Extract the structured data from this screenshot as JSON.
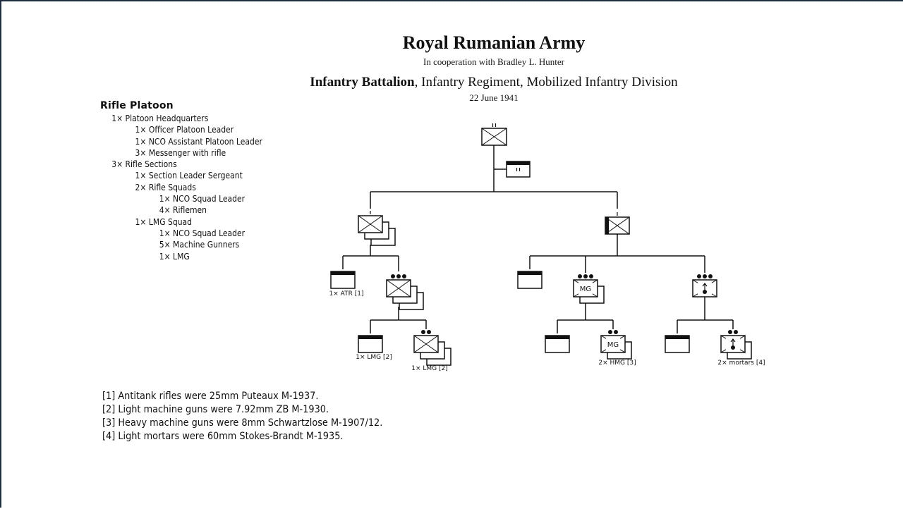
{
  "header": {
    "title": "Royal Rumanian Army",
    "subtitle": "In cooperation with Bradley L. Hunter",
    "unit_bold": "Infantry Battalion",
    "unit_rest": ", Infantry Regiment, Mobilized Infantry Division",
    "date": "22 June 1941"
  },
  "legend": {
    "title": "Rifle Platoon",
    "items": [
      {
        "level": 1,
        "text": "1× Platoon Headquarters"
      },
      {
        "level": 2,
        "text": "1× Officer Platoon Leader"
      },
      {
        "level": 2,
        "text": "1× NCO Assistant Platoon Leader"
      },
      {
        "level": 2,
        "text": "3× Messenger with rifle"
      },
      {
        "level": 1,
        "text": "3× Rifle Sections"
      },
      {
        "level": 2,
        "text": "1× Section Leader Sergeant"
      },
      {
        "level": 2,
        "text": "2× Rifle Squads"
      },
      {
        "level": 3,
        "text": "1× NCO Squad Leader"
      },
      {
        "level": 3,
        "text": "4× Riflemen"
      },
      {
        "level": 2,
        "text": "1× LMG Squad"
      },
      {
        "level": 3,
        "text": "1× NCO Squad Leader"
      },
      {
        "level": 3,
        "text": "5× Machine Gunners"
      },
      {
        "level": 3,
        "text": "1× LMG"
      }
    ]
  },
  "orgchart": {
    "battalion": {
      "symbol": "infantry",
      "echelon": "II"
    },
    "battalion_hq": {
      "symbol": "headquarters",
      "echelon": "II"
    },
    "rifle_company": {
      "symbol": "infantry",
      "echelon": "I",
      "count_stack": 3
    },
    "rifle_company_hq": {
      "symbol": "headquarters",
      "label": "1× ATR [1]"
    },
    "rifle_platoon": {
      "symbol": "infantry",
      "echelon": "•••",
      "count_stack": 3
    },
    "rifle_platoon_hq": {
      "symbol": "headquarters",
      "label": "1× LMG [2]"
    },
    "rifle_section": {
      "symbol": "infantry",
      "echelon": "••",
      "count_stack": 3,
      "label": "1× LMG [2]"
    },
    "weapons_company": {
      "symbol": "infantry-heavy",
      "echelon": "I"
    },
    "weapons_company_hq": {
      "symbol": "headquarters"
    },
    "mg_platoon": {
      "symbol": "machine-gun",
      "echelon": "•••",
      "text": "MG",
      "count_stack": 2
    },
    "mg_platoon_hq": {
      "symbol": "headquarters"
    },
    "mg_section": {
      "symbol": "machine-gun",
      "echelon": "••",
      "text": "MG",
      "count_stack": 2,
      "label": "2× HMG [3]"
    },
    "mortar_platoon": {
      "symbol": "mortar",
      "echelon": "•••"
    },
    "mortar_platoon_hq": {
      "symbol": "headquarters"
    },
    "mortar_section": {
      "symbol": "mortar",
      "echelon": "••",
      "count_stack": 2,
      "label": "2× mortars [4]"
    }
  },
  "notes": [
    "[1] Antitank rifles were 25mm Puteaux M-1937.",
    "[2] Light machine guns were 7.92mm ZB M-1930.",
    "[3] Heavy machine guns were 8mm Schwartzlose M-1907/12.",
    "[4] Light mortars were 60mm Stokes-Brandt M-1935."
  ]
}
